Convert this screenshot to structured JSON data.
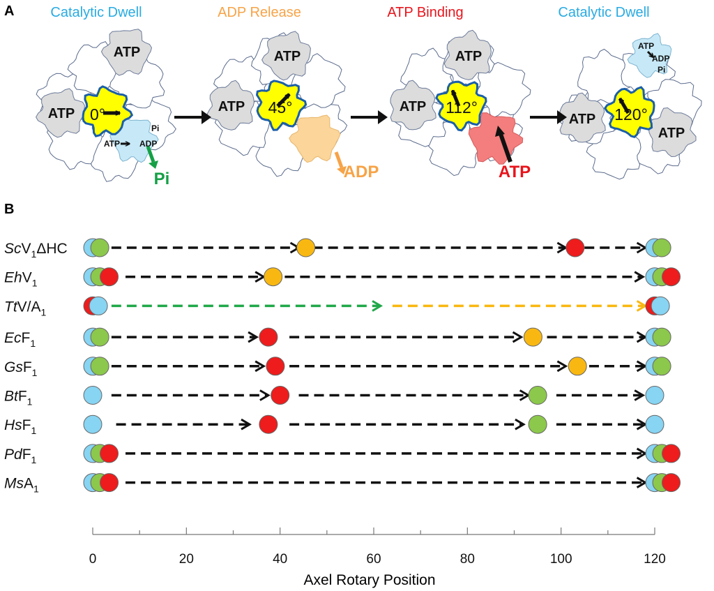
{
  "panel_a": {
    "letter": "A",
    "stages": [
      {
        "title": "Catalytic Dwell",
        "title_color": "#29abe2",
        "angle": "0°",
        "released": "Pi",
        "released_color": "#15a046",
        "sub_top": "ATP",
        "sub_left": "ATP",
        "sub_right": "ATP",
        "site_labels": [
          "Pi",
          "ATP",
          "ADP"
        ]
      },
      {
        "title": "ADP Release",
        "title_color": "#f7a347",
        "angle": "45°",
        "released": "ADP",
        "released_color": "#f7a347",
        "sub_top": "ATP",
        "sub_left": "ATP"
      },
      {
        "title": "ATP Binding",
        "title_color": "#e8141b",
        "angle": "112°",
        "bound": "ATP",
        "bound_color": "#e8141b",
        "sub_top": "ATP",
        "sub_left": "ATP"
      },
      {
        "title": "Catalytic Dwell",
        "title_color": "#29abe2",
        "angle": "120°",
        "sub_left": "ATP",
        "sub_right": "ATP",
        "site_labels": [
          "ATP",
          "ADP",
          "Pi"
        ]
      }
    ]
  },
  "panel_b": {
    "letter": "B",
    "x_axis_title": "Axel Rotary Position",
    "ticks": [
      0,
      20,
      40,
      60,
      80,
      100,
      120
    ],
    "colors": {
      "cyan": "#87d4f3",
      "green": "#8cc84b",
      "red": "#ee1c1c",
      "yellow": "#f9b811",
      "dash_green": "#21a84a",
      "dash_yellow": "#f9b811",
      "dash_black": "#111111"
    },
    "chart_data": {
      "type": "diagram",
      "x_range": [
        0,
        120
      ],
      "rows": [
        {
          "italic": "Sc",
          "rest": "V",
          "sub": "1",
          "tail": "ΔHC",
          "dots": [
            [
              0,
              "cyan"
            ],
            [
              1.5,
              "green"
            ],
            [
              45.5,
              "yellow"
            ],
            [
              103,
              "red"
            ],
            [
              120,
              "cyan"
            ],
            [
              121.5,
              "green"
            ]
          ],
          "arrows": [
            [
              4,
              44,
              "dash_black"
            ],
            [
              47,
              101,
              "dash_black"
            ],
            [
              105,
              118,
              "dash_black"
            ]
          ]
        },
        {
          "italic": "Eh",
          "rest": "V",
          "sub": "1",
          "tail": "",
          "dots": [
            [
              0,
              "cyan"
            ],
            [
              1.5,
              "green"
            ],
            [
              3.5,
              "red"
            ],
            [
              38.5,
              "yellow"
            ],
            [
              120,
              "cyan"
            ],
            [
              121.5,
              "green"
            ],
            [
              123.5,
              "red"
            ]
          ],
          "arrows": [
            [
              7,
              36.5,
              "dash_black"
            ],
            [
              41,
              117.5,
              "dash_black"
            ]
          ]
        },
        {
          "italic": "Tt",
          "rest": "V/A",
          "sub": "1",
          "tail": "",
          "dots": [
            [
              0,
              "red"
            ],
            [
              1.2,
              "cyan"
            ],
            [
              120,
              "red"
            ],
            [
              121.2,
              "cyan"
            ]
          ],
          "arrows": [
            [
              4,
              61.5,
              "dash_green"
            ],
            [
              64,
              118,
              "dash_yellow"
            ]
          ]
        },
        {
          "italic": "Ec",
          "rest": "F",
          "sub": "1",
          "tail": "",
          "dots": [
            [
              0,
              "cyan"
            ],
            [
              1.5,
              "green"
            ],
            [
              37.5,
              "red"
            ],
            [
              94,
              "yellow"
            ],
            [
              120,
              "cyan"
            ],
            [
              121.5,
              "green"
            ]
          ],
          "arrows": [
            [
              4,
              35,
              "dash_black"
            ],
            [
              42,
              91.5,
              "dash_black"
            ],
            [
              97,
              118,
              "dash_black"
            ]
          ]
        },
        {
          "italic": "Gs",
          "rest": "F",
          "sub": "1",
          "tail": "",
          "dots": [
            [
              0,
              "cyan"
            ],
            [
              1.5,
              "green"
            ],
            [
              39,
              "red"
            ],
            [
              103.5,
              "yellow"
            ],
            [
              120,
              "cyan"
            ],
            [
              121.5,
              "green"
            ]
          ],
          "arrows": [
            [
              4,
              36.5,
              "dash_black"
            ],
            [
              42,
              101,
              "dash_black"
            ],
            [
              106,
              118,
              "dash_black"
            ]
          ]
        },
        {
          "italic": "Bt",
          "rest": "F",
          "sub": "1",
          "tail": "",
          "dots": [
            [
              0,
              "cyan"
            ],
            [
              40,
              "red"
            ],
            [
              95,
              "green"
            ],
            [
              120,
              "cyan"
            ]
          ],
          "arrows": [
            [
              4,
              37.5,
              "dash_black"
            ],
            [
              44,
              93,
              "dash_black"
            ],
            [
              99,
              117.5,
              "dash_black"
            ]
          ]
        },
        {
          "italic": "Hs",
          "rest": "F",
          "sub": "1",
          "tail": "",
          "dots": [
            [
              0,
              "cyan"
            ],
            [
              37.5,
              "red"
            ],
            [
              95,
              "green"
            ],
            [
              120,
              "cyan"
            ]
          ],
          "arrows": [
            [
              5,
              33.5,
              "dash_black"
            ],
            [
              42,
              92,
              "dash_black"
            ],
            [
              99,
              118,
              "dash_black"
            ]
          ]
        },
        {
          "italic": "Pd",
          "rest": "F",
          "sub": "1",
          "tail": "",
          "dots": [
            [
              0,
              "cyan"
            ],
            [
              1.5,
              "green"
            ],
            [
              3.5,
              "red"
            ],
            [
              120,
              "cyan"
            ],
            [
              121.5,
              "green"
            ],
            [
              123.5,
              "red"
            ]
          ],
          "arrows": [
            [
              7,
              118,
              "dash_black"
            ]
          ]
        },
        {
          "italic": "Ms",
          "rest": "A",
          "sub": "1",
          "tail": "",
          "dots": [
            [
              0,
              "cyan"
            ],
            [
              1.5,
              "green"
            ],
            [
              3.5,
              "red"
            ],
            [
              120,
              "cyan"
            ],
            [
              121.5,
              "green"
            ],
            [
              123.5,
              "red"
            ]
          ],
          "arrows": [
            [
              7,
              118,
              "dash_black"
            ]
          ]
        }
      ]
    }
  }
}
